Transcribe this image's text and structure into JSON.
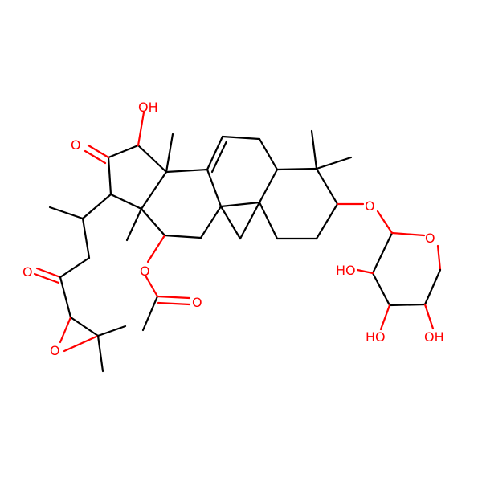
{
  "figure": {
    "type": "chemical-structure",
    "background": "#ffffff",
    "bond_color": "#000000",
    "heteroatom_color": "#ff0000"
  },
  "labels": {
    "oh_top": "OH",
    "ketone_o": "O",
    "ketone_o_side": "O",
    "acetate_o_ester": "O",
    "acetate_o_carbonyl": "O",
    "epoxide_o": "O",
    "glycoside_o": "O",
    "ring_o": "O",
    "ho_c2": "HO",
    "ho_c3": "HO",
    "oh_c4": "OH"
  }
}
